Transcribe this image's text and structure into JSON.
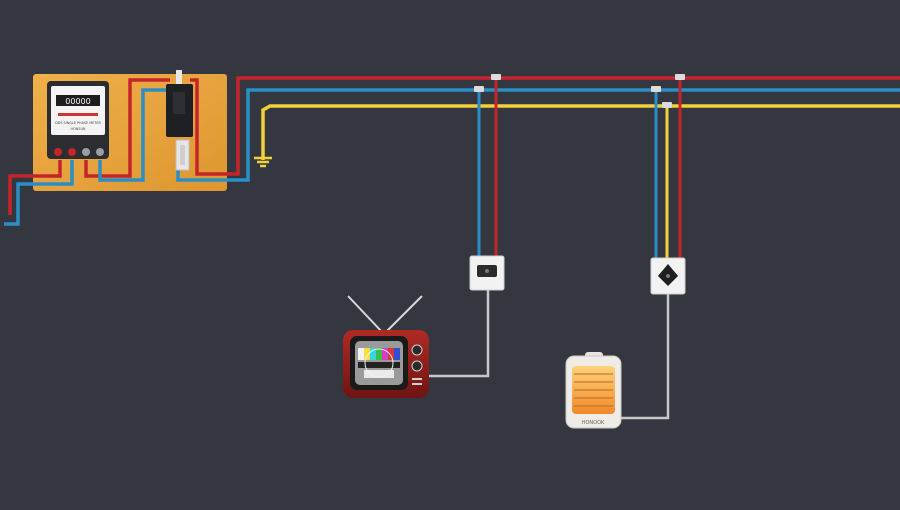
{
  "colors": {
    "background": "#34373f",
    "live_wire": "#c4242a",
    "neutral_wire": "#2a8fc8",
    "earth_wire": "#f2d23a",
    "appliance_cord": "#c8c8c8",
    "board": "#e8a53a",
    "meter_body": "#2b2d31",
    "tv_shell": "#8e1b18",
    "heater_glow": "#f3a23c"
  },
  "meter": {
    "reading": "00000",
    "caption": "DDS SINGLE PHASE METER",
    "brand": "HONSUN"
  },
  "heater": {
    "brand": "HONOOK"
  },
  "icons": [
    "earth-ground-icon",
    "electric-meter-icon",
    "circuit-breaker-icon",
    "two-pin-socket-icon",
    "three-pin-socket-icon",
    "television-icon",
    "electric-heater-icon"
  ]
}
